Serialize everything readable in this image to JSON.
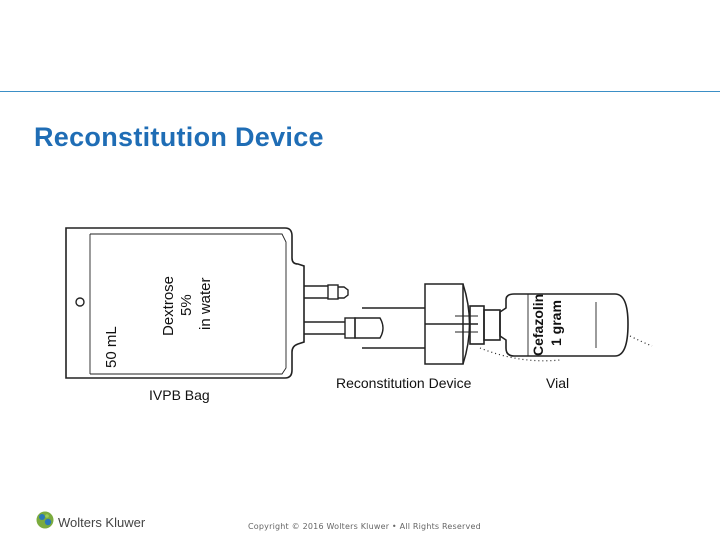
{
  "slide": {
    "title": "Reconstitution Device",
    "accent_color": "#1f6db5",
    "rule_color": "#3b8fc6"
  },
  "figure": {
    "bag": {
      "volume": "50 mL",
      "line1": "Dextrose",
      "line2": "5%",
      "line3": "in water",
      "caption": "IVPB Bag"
    },
    "device": {
      "caption": "Reconstitution Device"
    },
    "vial": {
      "line1": "Cefazolin",
      "line2": "1 gram",
      "caption": "Vial"
    }
  },
  "footer": {
    "logo_text": "Wolters Kluwer",
    "logo_icon": "wolters-kluwer-globe-icon",
    "copyright": "Copyright © 2016 Wolters Kluwer • All Rights Reserved"
  }
}
